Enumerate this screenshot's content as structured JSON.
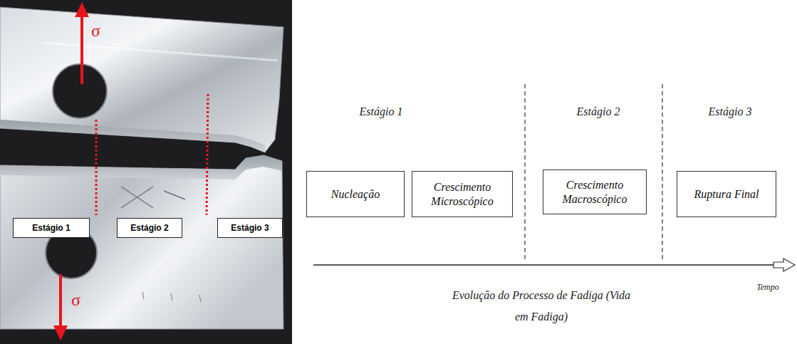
{
  "diagram": {
    "caption": "Evolução do Processo de Fadiga (Vida em Fadiga)",
    "nodes": [
      {
        "text": [
          "Estágio 1"
        ]
      },
      {
        "text": [
          "Estágio 2"
        ]
      },
      {
        "text": [
          "Estágio 3"
        ]
      },
      {
        "text": [
          "Nucleação"
        ]
      },
      {
        "text": [
          "Crescimento Microscópico"
        ]
      },
      {
        "text": [
          "Crescimento Macroscópico"
        ]
      },
      {
        "text": [
          "Ruptura Final"
        ]
      }
    ],
    "labels": [
      "σ",
      "σ",
      "Estágio 1",
      "Estágio 2",
      "Estágio 3",
      "Tempo"
    ]
  }
}
